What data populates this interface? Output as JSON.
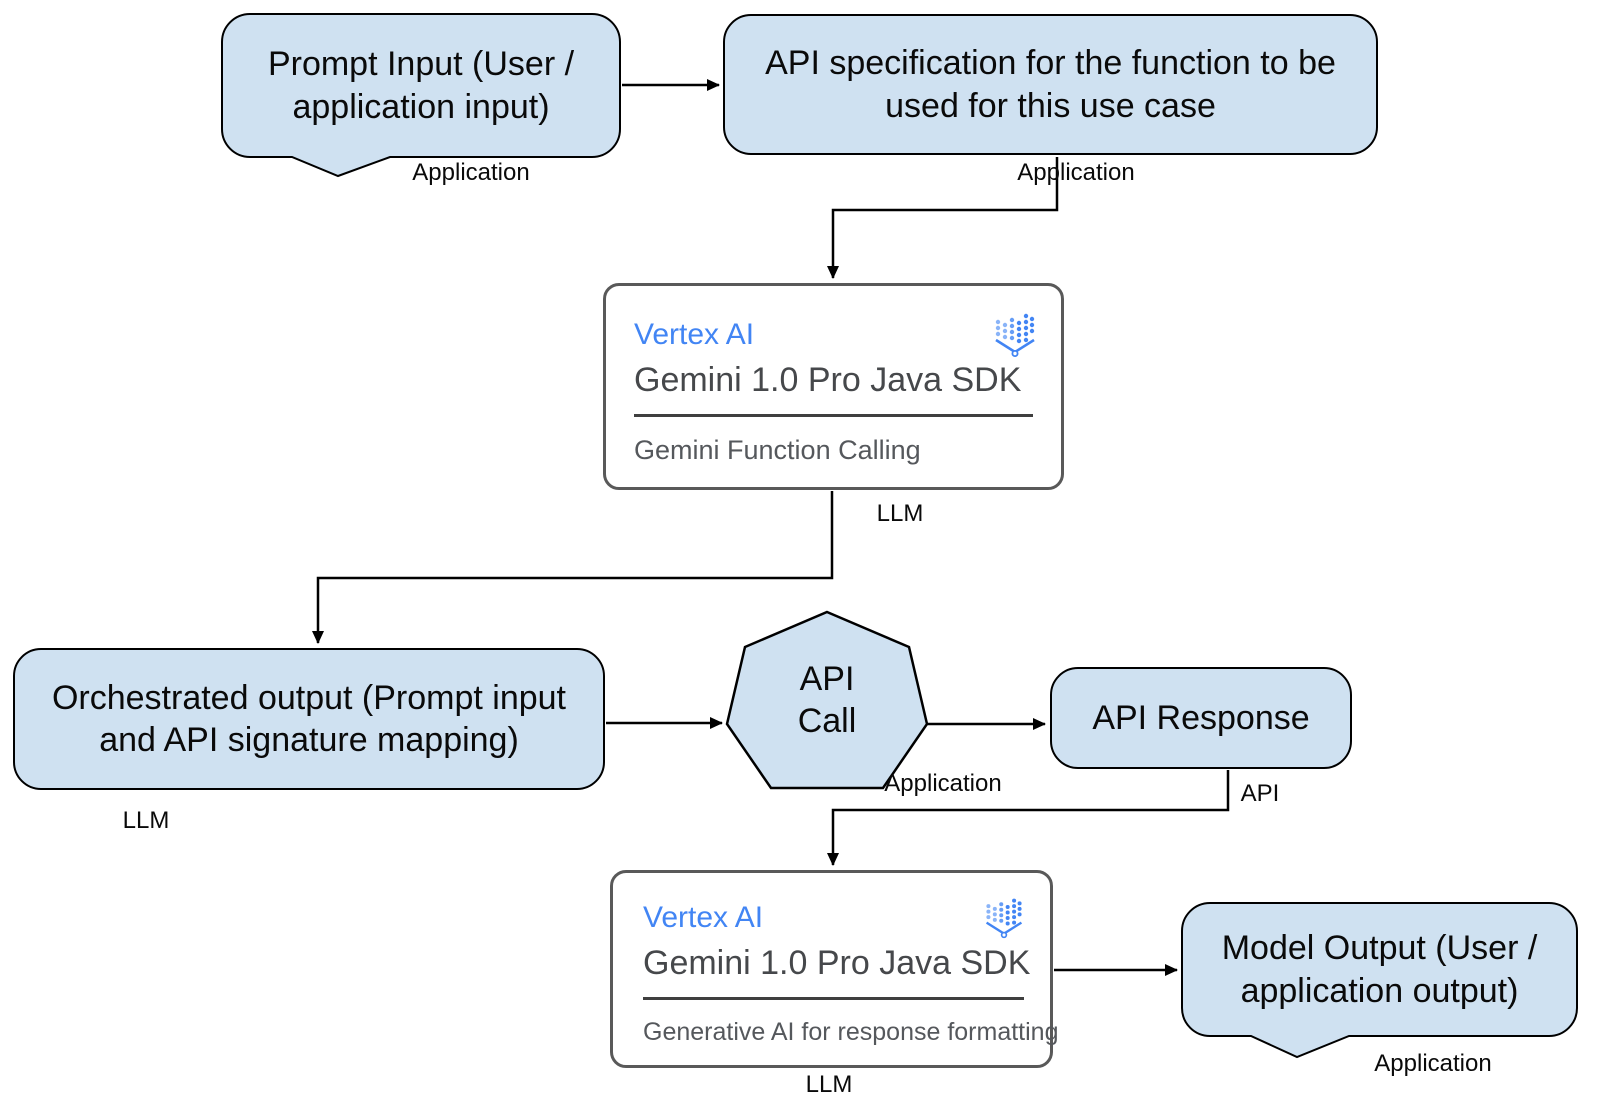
{
  "diagram_description": "Vertex AI Gemini function calling flow diagram",
  "colors": {
    "node_fill": "#cfe1f1",
    "node_stroke": "#000000",
    "card_fill": "#ffffff",
    "card_stroke": "#595959",
    "vertex_blue": "#4285f4",
    "card_title_gray": "#46484b",
    "card_subtitle_gray": "#55585c",
    "connector_black": "#000000"
  },
  "icons": {
    "vertex_ai": "vertex-ai-logo (blue dotted columns converging into a V with a small circle)"
  },
  "nodes": {
    "prompt_input": {
      "label": "Prompt Input (User / application input)",
      "tag": "Application"
    },
    "api_spec": {
      "label": "API specification for the function to be used for this use case",
      "tag": "Application"
    },
    "gemini_function_calling": {
      "product": "Vertex AI",
      "title": "Gemini 1.0 Pro Java SDK",
      "subtitle": "Gemini Function Calling",
      "tag": "LLM"
    },
    "orchestrated_output": {
      "label": "Orchestrated output (Prompt input and API signature mapping)",
      "tag": "LLM"
    },
    "api_call": {
      "label": "API Call",
      "tag": "Application"
    },
    "api_response": {
      "label": "API Response",
      "tag": "API"
    },
    "gemini_response_formatting": {
      "product": "Vertex AI",
      "title": "Gemini 1.0 Pro Java SDK",
      "subtitle": "Generative AI for response formatting",
      "tag": "LLM"
    },
    "model_output": {
      "label": "Model Output (User / application output)",
      "tag": "Application"
    }
  }
}
